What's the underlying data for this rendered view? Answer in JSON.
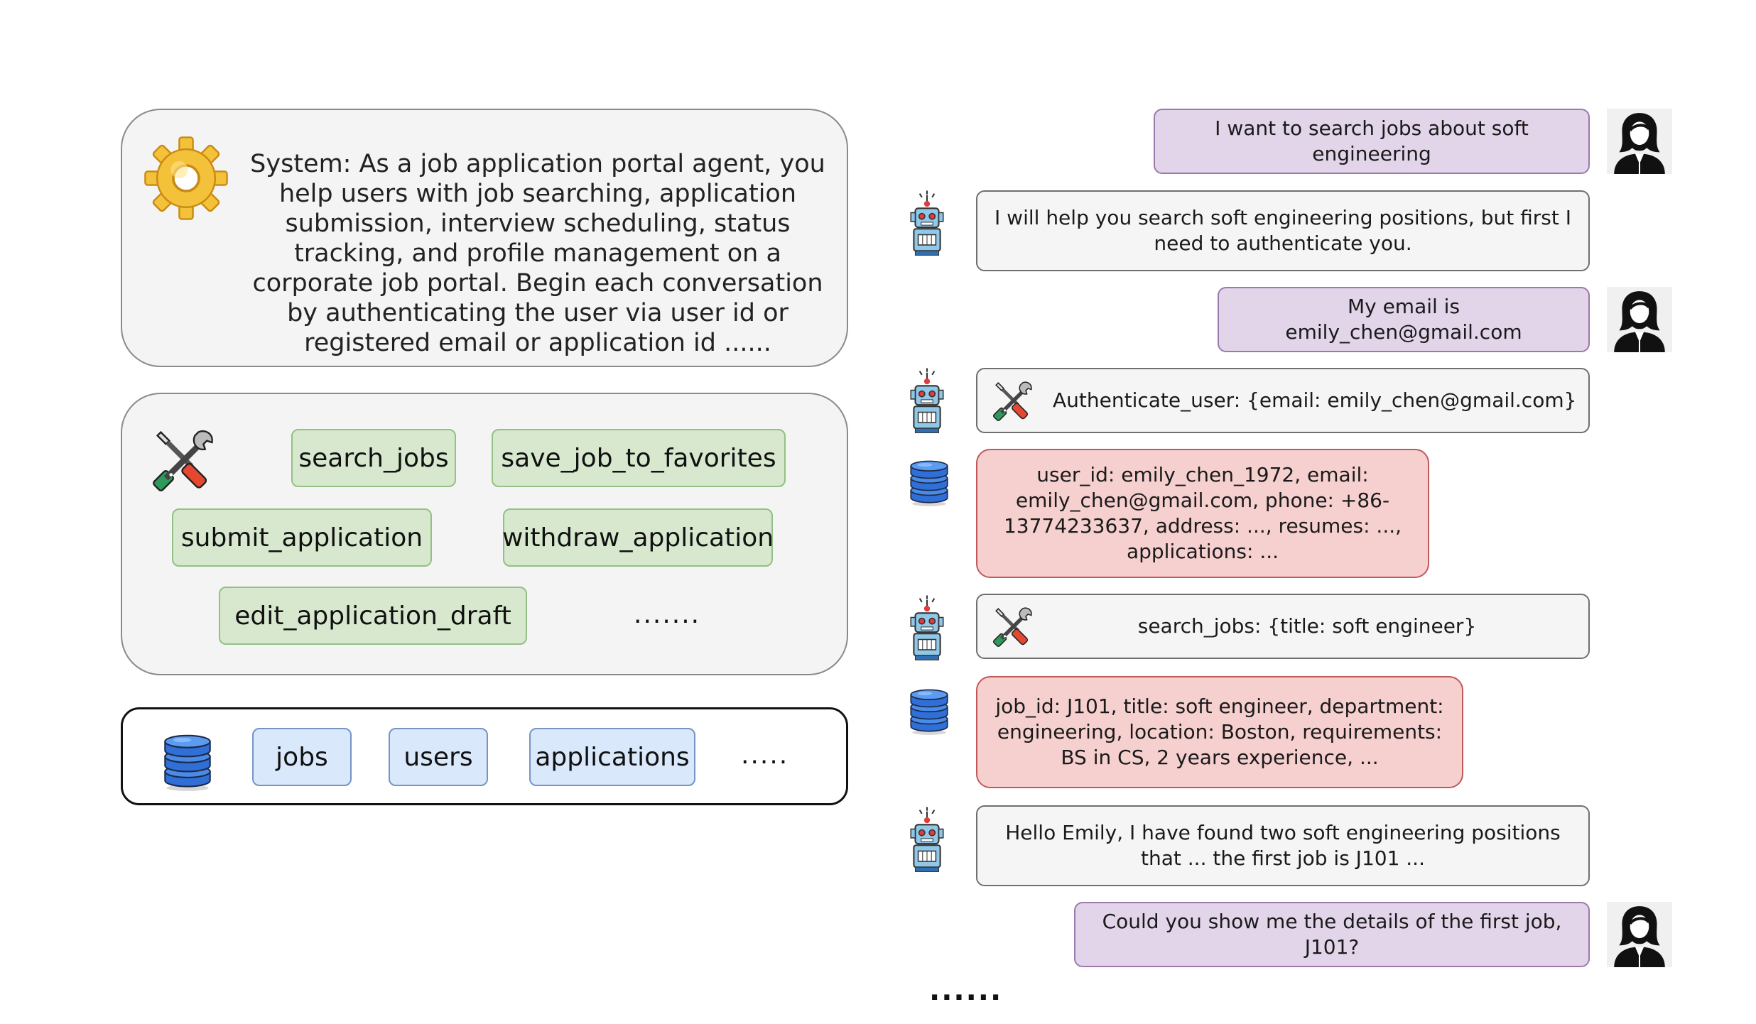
{
  "system": {
    "text": "System: As a job application portal agent, you help users with job searching, application submission, interview scheduling, status tracking, and profile management on a corporate job portal. Begin each conversation by authenticating the user via user id or registered email or application id ......"
  },
  "tools": {
    "items": [
      "search_jobs",
      "save_job_to_favorites",
      "submit_application",
      "withdraw_application",
      "edit_application_draft"
    ],
    "more": "......."
  },
  "database": {
    "tables": [
      "jobs",
      "users",
      "applications"
    ],
    "more": "....."
  },
  "conversation": {
    "turns": [
      {
        "role": "user",
        "text": "I want to search jobs about soft engineering"
      },
      {
        "role": "agent",
        "text": "I will help you search soft engineering positions, but first I need to authenticate you."
      },
      {
        "role": "user",
        "text": "My email is emily_chen@gmail.com"
      },
      {
        "role": "tool_call",
        "text": "Authenticate_user: {email: emily_chen@gmail.com}"
      },
      {
        "role": "database",
        "text": "user_id: emily_chen_1972, email: emily_chen@gmail.com, phone: +86-13774233637, address: ..., resumes: ..., applications: ..."
      },
      {
        "role": "tool_call",
        "text": "search_jobs: {title: soft engineer}"
      },
      {
        "role": "database",
        "text": "job_id: J101, title: soft engineer, department: engineering, location: Boston, requirements: BS in CS, 2 years experience, ..."
      },
      {
        "role": "agent",
        "text": "Hello Emily, I have found two soft engineering positions that ... the first job is J101 ..."
      },
      {
        "role": "user",
        "text": "Could you show me the details of the first job, J101?"
      }
    ],
    "more": "......"
  },
  "colors": {
    "user_bubble": "#e2d5ea",
    "agent_bubble": "#f5f5f5",
    "db_bubble": "#f6cfcf",
    "tool_chip": "#d7e8cf",
    "table_chip": "#dae8fb"
  }
}
